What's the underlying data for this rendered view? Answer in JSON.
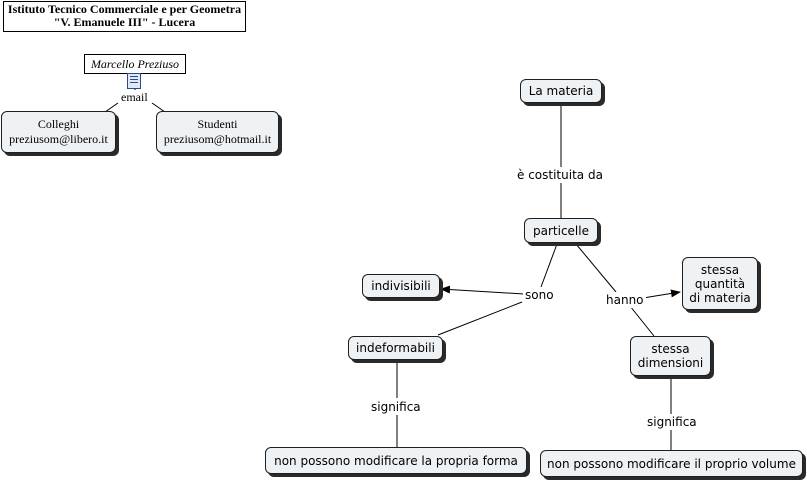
{
  "header": {
    "line1": "Istituto Tecnico Commerciale e per Geometra",
    "line2": "\"V. Emanuele III\" - Lucera"
  },
  "author": "Marcello Preziuso",
  "email_label": "email",
  "contacts": [
    {
      "title": "Colleghi",
      "address": "preziusom@libero.it"
    },
    {
      "title": "Studenti",
      "address": "preziusom@hotmail.it"
    }
  ],
  "concepts": {
    "materia": "La materia",
    "particelle": "particelle",
    "indivisibili": "indivisibili",
    "indeformabili": "indeformabili",
    "stessa_quantita": "stessa\nquantità\ndi materia",
    "stessa_dimensioni": "stessa\ndimensioni",
    "forma": "non possono modificare la propria forma",
    "volume": "non possono modificare il proprio volume"
  },
  "link_phrases": {
    "costituita": "è costituita da",
    "sono": "sono",
    "hanno": "hanno",
    "significa_1": "significa",
    "significa_2": "significa"
  },
  "colors": {
    "node_fill": "#eef2f5",
    "node_border": "#1f1f1f",
    "shadow": "#2a2a2a",
    "line": "#000000"
  }
}
